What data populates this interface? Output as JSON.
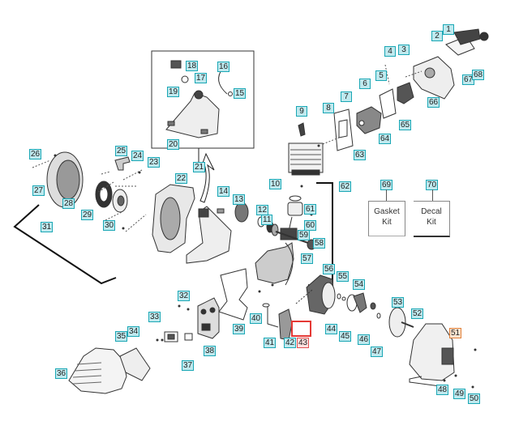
{
  "diagram": {
    "type": "exploded-parts-diagram",
    "accent_colors": {
      "label_border": "#1aa7b5",
      "label_fill": "#bfe9ee",
      "highlight": "#e53935",
      "alt_label": "#e0803a"
    },
    "selected_part": "43",
    "highlighted_label": "51",
    "kits": [
      {
        "number": "69",
        "text": "Gasket Kit"
      },
      {
        "number": "70",
        "text": "Decal Kit"
      }
    ],
    "parts": [
      "1",
      "2",
      "3",
      "4",
      "5",
      "6",
      "7",
      "8",
      "9",
      "10",
      "11",
      "12",
      "13",
      "14",
      "15",
      "16",
      "17",
      "18",
      "19",
      "20",
      "21",
      "22",
      "23",
      "24",
      "25",
      "26",
      "27",
      "28",
      "29",
      "30",
      "31",
      "32",
      "33",
      "34",
      "35",
      "36",
      "37",
      "38",
      "39",
      "40",
      "41",
      "42",
      "43",
      "44",
      "45",
      "46",
      "47",
      "48",
      "49",
      "50",
      "51",
      "52",
      "53",
      "54",
      "55",
      "56",
      "57",
      "58",
      "59",
      "60",
      "61",
      "62",
      "63",
      "64",
      "65",
      "66",
      "67",
      "68"
    ]
  },
  "labels": {
    "p1": "1",
    "p2": "2",
    "p3": "3",
    "p4": "4",
    "p5": "5",
    "p6": "6",
    "p7": "7",
    "p8": "8",
    "p9": "9",
    "p10": "10",
    "p11": "11",
    "p12": "12",
    "p13": "13",
    "p14": "14",
    "p15": "15",
    "p16": "16",
    "p17": "17",
    "p18": "18",
    "p19": "19",
    "p20": "20",
    "p21": "21",
    "p22": "22",
    "p23": "23",
    "p24": "24",
    "p25": "25",
    "p26": "26",
    "p27": "27",
    "p28": "28",
    "p29": "29",
    "p30": "30",
    "p31": "31",
    "p32": "32",
    "p33": "33",
    "p34": "34",
    "p35": "35",
    "p36": "36",
    "p37": "37",
    "p38": "38",
    "p39": "39",
    "p40": "40",
    "p41": "41",
    "p42": "42",
    "p43": "43",
    "p44": "44",
    "p45": "45",
    "p46": "46",
    "p47": "47",
    "p48": "48",
    "p49": "49",
    "p50": "50",
    "p51": "51",
    "p52": "52",
    "p53": "53",
    "p54": "54",
    "p55": "55",
    "p56": "56",
    "p57": "57",
    "p58": "58",
    "p59": "59",
    "p60": "60",
    "p61": "61",
    "p62": "62",
    "p63": "63",
    "p64": "64",
    "p65": "65",
    "p66": "66",
    "p67": "67",
    "p68": "68",
    "p69": "69",
    "p70": "70"
  },
  "kit_text": {
    "gasket_line1": "Gasket",
    "gasket_line2": "Kit",
    "decal_line1": "Decal",
    "decal_line2": "Kit"
  }
}
